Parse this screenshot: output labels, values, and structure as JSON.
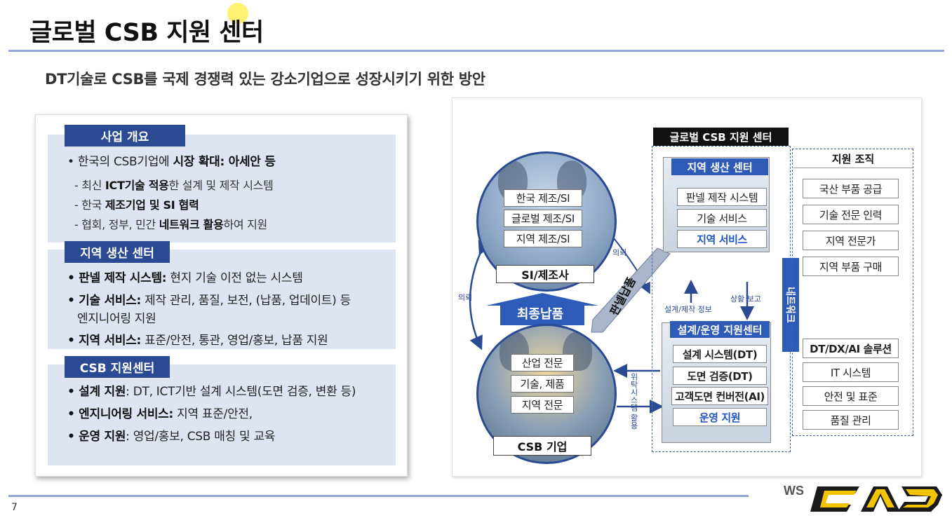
{
  "title": "글로벌 CSB 지원 센터",
  "subtitle": "DT기술로 CSB를 국제 경쟁력 있는 강소기업으로 성장시키기 위한 방안",
  "page_number": "7",
  "logo_text": "WS CAD",
  "left": {
    "overview": {
      "heading": "사업 개요",
      "bullet_pre": "• 한국의 CSB기업에 ",
      "bullet_bold": "시장 확대: 아세안 등",
      "subs": [
        {
          "pre": "- 최신 ",
          "bold": "ICT기술 적용",
          "post": "한 설계 및 제작 시스템"
        },
        {
          "pre": "- 한국 ",
          "bold": "제조기업 및 SI 협력",
          "post": ""
        },
        {
          "pre": "- 협회, 정부, 민간 ",
          "bold": "네트워크 활용",
          "post": "하여 지원"
        }
      ]
    },
    "regional": {
      "heading": "지역 생산 센터",
      "items": [
        {
          "bold": "• 판넬 제작 시스템:",
          "text": " 현지 기술 이전 없는 시스템"
        },
        {
          "bold": "• 기술 서비스:",
          "text": " 제작 관리, 품질, 보전, (납품, 업데이트) 등"
        },
        {
          "bold": "",
          "text": "엔지니어링 지원"
        },
        {
          "bold": "• 지역 서비스:",
          "text": " 표준/안전, 통관, 영업/홍보, 납품 지원"
        }
      ]
    },
    "csb": {
      "heading": "CSB 지원센터",
      "items": [
        {
          "bold": "• 설계 지원",
          "text": ": DT, ICT기반 설계 시스템(도면 검증, 변환 등)"
        },
        {
          "bold": "• 엔지니어링 서비스:",
          "text": " 지역 표준/안전,"
        },
        {
          "bold": "• 운영 지원",
          "text": ": 영업/홍보, CSB 매칭 및 교육"
        }
      ]
    }
  },
  "diagram": {
    "top_circle": {
      "tags": [
        "한국 제조/SI",
        "글로벌 제조/SI",
        "지역 제조/SI"
      ],
      "label": "SI/제조사"
    },
    "bottom_circle": {
      "tags": [
        "산업 전문",
        "기술, 제품",
        "지역 전문"
      ],
      "label": "CSB 기업"
    },
    "final_delivery": "최종납품",
    "diag_label": "판넬납품",
    "arrow_labels": {
      "request_left": "의뢰",
      "request_right": "의뢰",
      "design_info": "설계/제작 정보",
      "status_report": "상황 보고",
      "commission": "위탁",
      "system_use": "시스템 활용"
    },
    "center": {
      "title": "글로벌 CSB 지원 센터",
      "regional": {
        "heading": "지역 생산 센터",
        "items": [
          "판넬 제작 시스템",
          "기술 서비스",
          "지역 서비스"
        ]
      },
      "design": {
        "heading": "설계/운영 지원센터",
        "items": [
          "설계 시스템(DT)",
          "도면 검증(DT)",
          "고객도면 컨버전(AI)",
          "운영 지원"
        ]
      }
    },
    "network": "네트워크",
    "support": {
      "heading": "지원 조직",
      "items": [
        "국산 부품 공급",
        "기술 전문 인력",
        "지역 전문가",
        "지역 부품 구매",
        "DT/DX/AI 솔루션",
        "IT 시스템",
        "안전 및 표준",
        "품질 관리"
      ]
    }
  }
}
